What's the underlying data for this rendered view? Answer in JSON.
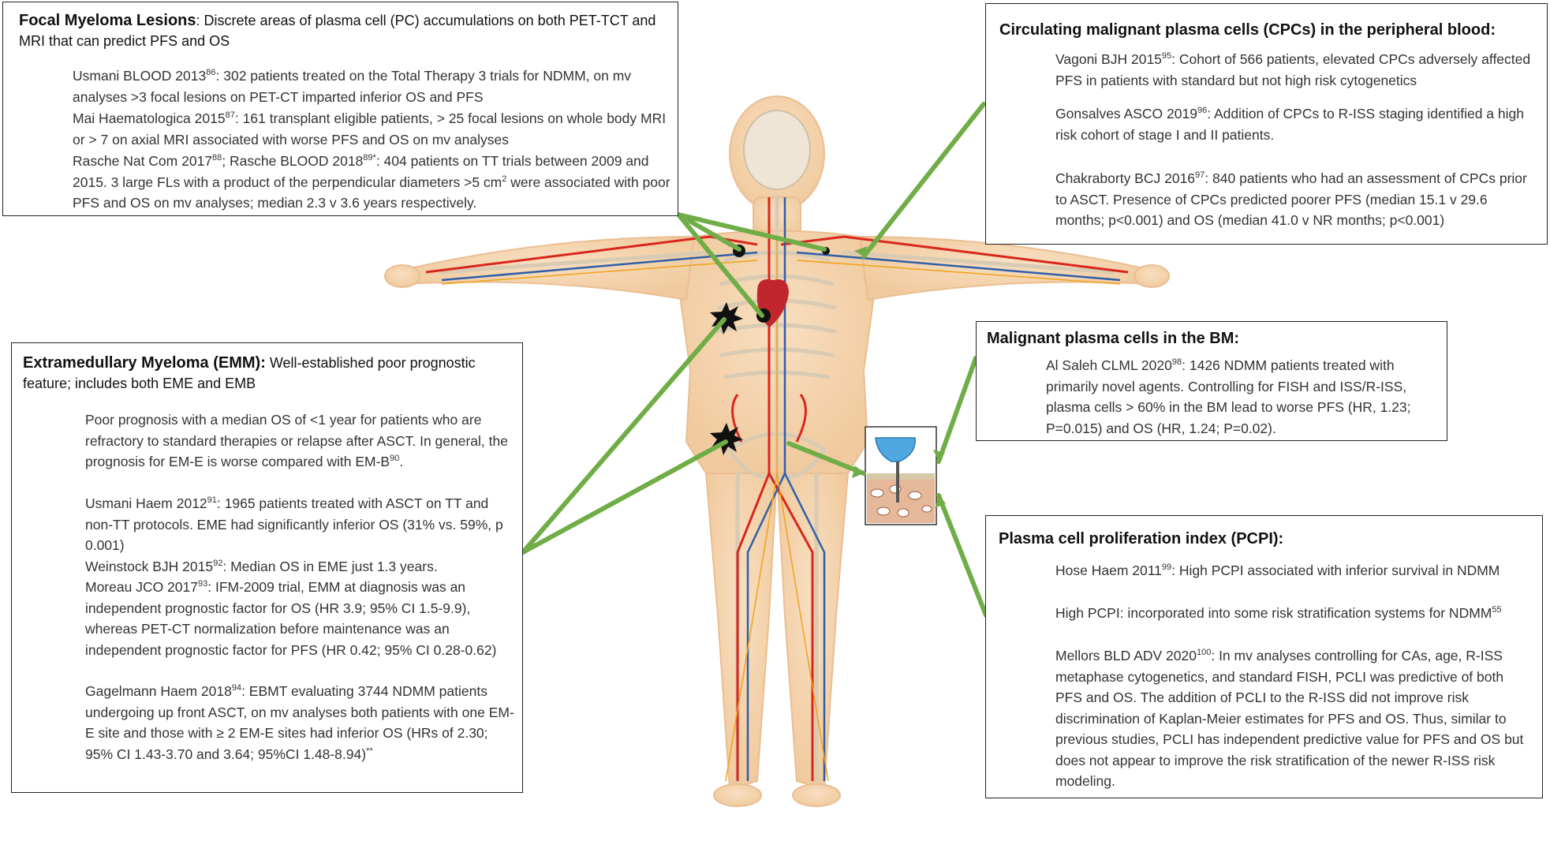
{
  "boxes": {
    "focal": {
      "title": "Focal Myeloma Lesions",
      "title_suffix": ": Discrete areas of plasma cell (PC) accumulations on both PET-TCT and MRI that can predict PFS and OS",
      "entries": [
        {
          "ref": "Usmani BLOOD 2013",
          "sup": "86",
          "text": ": 302 patients treated on the Total Therapy 3 trials for NDMM, on mv analyses >3 focal lesions on PET-CT imparted inferior OS and PFS"
        },
        {
          "ref": "Mai Haematologica 2015",
          "sup": "87",
          "text": ": 161 transplant eligible patients, > 25 focal lesions on whole body MRI or > 7 on axial MRI associated with worse PFS and OS on mv analyses"
        },
        {
          "ref": "Rasche Nat Com 2017",
          "sup": "88",
          "text": "; Rasche BLOOD 2018",
          "sup2": "89*",
          "text2": ": 404 patients on TT trials between 2009 and 2015.  3 large FLs with a product of the perpendicular diameters >5 cm",
          "sup3": "2",
          "text3": " were associated with poor PFS and OS on mv analyses; median 2.3 v 3.6 years respectively."
        }
      ]
    },
    "cpc": {
      "title": "Circulating malignant plasma cells (CPCs) in the peripheral blood:",
      "entries": [
        {
          "ref": "Vagoni BJH 2015",
          "sup": "95",
          "text": ": Cohort of 566 patients, elevated CPCs adversely affected PFS in patients with standard but not high risk cytogenetics"
        },
        {
          "ref": "Gonsalves ASCO 2019",
          "sup": "96",
          "text": ": Addition of CPCs to R-ISS staging identified a high risk cohort of stage I and II patients."
        },
        {
          "ref": "Chakraborty BCJ 2016",
          "sup": "97",
          "text": ": 840 patients who had an assessment of CPCs prior to ASCT.   Presence of CPCs predicted poorer PFS (median 15.1 v 29.6 months; p<0.001) and OS (median 41.0 v NR months; p<0.001)"
        }
      ]
    },
    "bm": {
      "title": "Malignant plasma cells in the BM:",
      "entries": [
        {
          "ref": "Al Saleh CLML 2020",
          "sup": "98",
          "text": ": 1426 NDMM patients treated  with primarily novel agents.  Controlling for FISH and ISS/R-ISS, plasma cells > 60% in the BM  lead to worse PFS (HR, 1.23; P=0.015) and OS (HR, 1.24; P=0.02)."
        }
      ]
    },
    "emm": {
      "title": "Extramedullary Myeloma (EMM):",
      "title_suffix": " Well-established poor prognostic feature; includes both EME and EMB",
      "entries": [
        {
          "ref": "",
          "sup": "",
          "text": "Poor prognosis with a median OS of <1 year for patients who are refractory to standard therapies or relapse after ASCT.  In general, the prognosis for EM-E is worse compared with EM-B",
          "sup_end": "90",
          "text_end": "."
        },
        {
          "ref": "Usmani Haem 2012",
          "sup": "91",
          "text": ": 1965 patients treated with ASCT on TT and non-TT protocols.  EME had significantly inferior OS (31% vs. 59%, p 0.001)"
        },
        {
          "ref": "Weinstock BJH 2015",
          "sup": "92",
          "text": ": Median OS in EME just 1.3 years."
        },
        {
          "ref": "Moreau JCO 2017",
          "sup": "93",
          "text": ": IFM-2009 trial, EMM at diagnosis was an independent prognostic factor for OS (HR 3.9; 95% CI 1.5-9.9), whereas PET-CT normalization before maintenance was an independent prognostic factor for PFS (HR 0.42; 95% CI 0.28-0.62)"
        },
        {
          "ref": "Gagelmann Haem 2018",
          "sup": "94",
          "text": ": EBMT evaluating 3744 NDMM patients undergoing up front ASCT, on mv analyses both patients with one EM-E site and those with ≥ 2 EM-E sites had inferior OS (HRs of 2.30; 95% CI 1.43-3.70 and 3.64; 95%CI 1.48-8.94)",
          "sup_end": "**",
          "text_end": ""
        }
      ]
    },
    "pcpi": {
      "title": "Plasma cell proliferation index (PCPI):",
      "entries": [
        {
          "ref": "Hose Haem 2011",
          "sup": "99",
          "text": ": High PCPI associated with inferior survival in NDMM"
        },
        {
          "ref": "High PCPI",
          "sup": "",
          "text": ": incorporated into some risk stratification systems for NDMM",
          "sup_end": "55",
          "text_end": ""
        },
        {
          "ref": "Mellors BLD ADV 2020",
          "sup": "100",
          "text": ": In mv analyses controlling for CAs, age, R-ISS metaphase cytogenetics, and standard FISH, PCLI was predictive of both PFS and OS.  The addition of PCLI to the R-ISS did not improve risk discrimination of Kaplan-Meier estimates for PFS and OS.  Thus, similar to previous studies, PCLI has independent predictive value for PFS and OS but does not appear to improve the risk stratification of the newer R-ISS risk modeling."
        }
      ]
    }
  },
  "colors": {
    "arrow": "#70ad47",
    "border": "#222222",
    "skin": "#f2c99a",
    "artery": "#d9261c",
    "vein": "#2f5fa8",
    "nerve": "#f0a21a",
    "bone": "#ece3d2",
    "marrow": "#c98a6e",
    "needle": "#4fa8e0"
  }
}
